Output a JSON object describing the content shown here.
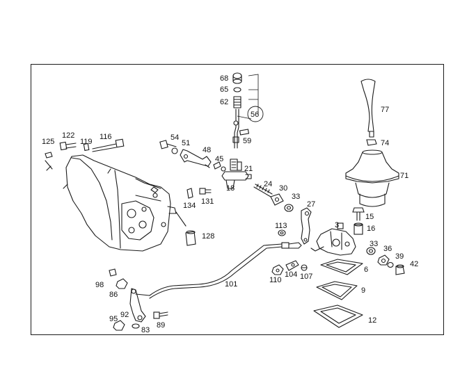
{
  "colors": {
    "background": "#ffffff",
    "line": "#1a1a1a"
  },
  "callouts": [
    "68",
    "65",
    "62",
    "56",
    "59",
    "77",
    "125",
    "122",
    "119",
    "116",
    "54",
    "51",
    "48",
    "45",
    "21",
    "18",
    "24",
    "30",
    "33",
    "27",
    "74",
    "71",
    "15",
    "16",
    "3",
    "134",
    "131",
    "128",
    "113",
    "33",
    "36",
    "39",
    "42",
    "6",
    "9",
    "12",
    "101",
    "110",
    "104",
    "107",
    "98",
    "86",
    "95",
    "92",
    "83",
    "89"
  ]
}
